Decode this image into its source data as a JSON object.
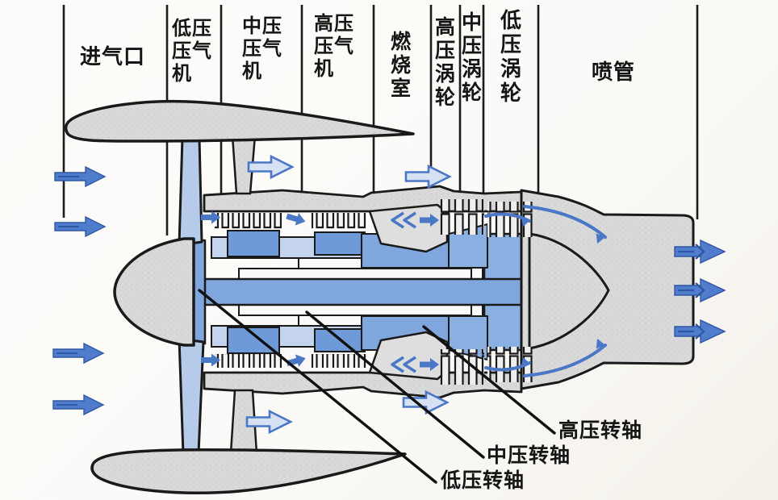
{
  "diagram_title": "turbofan-engine-cross-section",
  "sections": {
    "intake": "进气口",
    "lp_compressor": "低压压气机",
    "ip_compressor": "中压压气机",
    "hp_compressor": "高压压气机",
    "combustor": "燃烧室",
    "hp_turbine": "高压涡轮",
    "ip_turbine": "中压涡轮",
    "lp_turbine": "低压涡轮",
    "nozzle": "喷管"
  },
  "shaft_labels": {
    "hp_shaft": "高压转轴",
    "ip_shaft": "中压转轴",
    "lp_shaft": "低压转轴"
  },
  "colors": {
    "outline": "#1a1a1a",
    "metal_gray": "#d8d8d8",
    "shaft_blue": "#7fa7de",
    "rotor_blue": "#6f9ad8",
    "blade_light_blue": "#b6cbe9",
    "flow_arrow_blue": "#4a77c6",
    "solid_arrow_blue": "#4f7ccb",
    "background": "#fcfbf8"
  }
}
